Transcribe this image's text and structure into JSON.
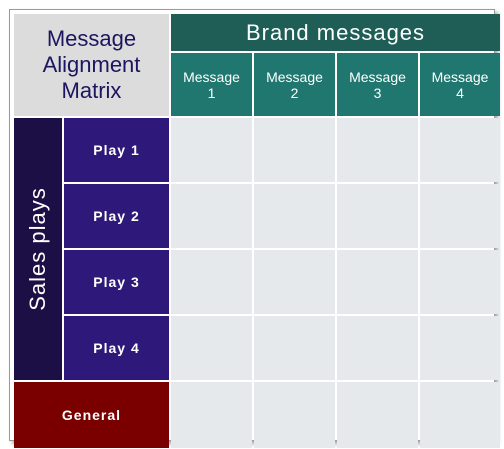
{
  "matrix": {
    "title_lines": [
      "Message",
      "Alignment",
      "Matrix"
    ],
    "column_group_label": "Brand messages",
    "columns": [
      {
        "line1": "Message",
        "line2": "1"
      },
      {
        "line1": "Message",
        "line2": "2"
      },
      {
        "line1": "Message",
        "line2": "3"
      },
      {
        "line1": "Message",
        "line2": "4"
      }
    ],
    "row_group_label": "Sales plays",
    "rows": [
      "Play 1",
      "Play 2",
      "Play 3",
      "Play 4"
    ],
    "footer_row": "General"
  },
  "colors": {
    "title_bg": "#dcdcdc",
    "brand_header_bg": "#1e5e57",
    "message_header_bg": "#1f7770",
    "sales_plays_bg": "#1c0f45",
    "play_bg": "#2e197a",
    "general_bg": "#7a0000",
    "body_cell_bg": "#e6e9eb",
    "title_text": "#1c1560"
  }
}
